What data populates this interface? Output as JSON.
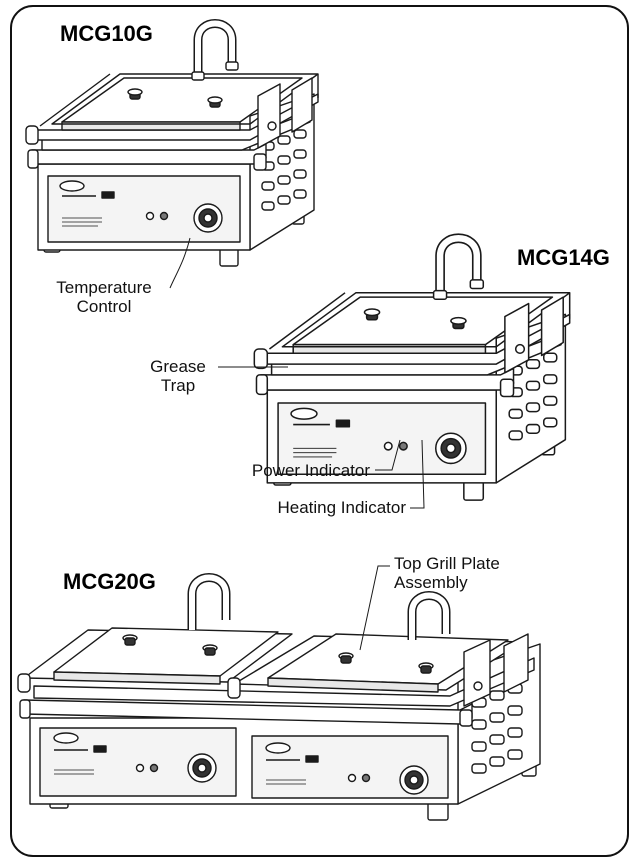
{
  "models": {
    "mcg10g": "MCG10G",
    "mcg14g": "MCG14G",
    "mcg20g": "MCG20G"
  },
  "labels": {
    "temperature_control": [
      "Temperature",
      "Control"
    ],
    "grease_trap": [
      "Grease",
      "Trap"
    ],
    "power_indicator": "Power Indicator",
    "heating_indicator": "Heating Indicator",
    "top_grill_plate_assembly": [
      "Top Grill Plate",
      "Assembly"
    ]
  },
  "colors": {
    "line": "#1a1a1a",
    "fill": "#ffffff",
    "panel": "#f2f2f2"
  }
}
